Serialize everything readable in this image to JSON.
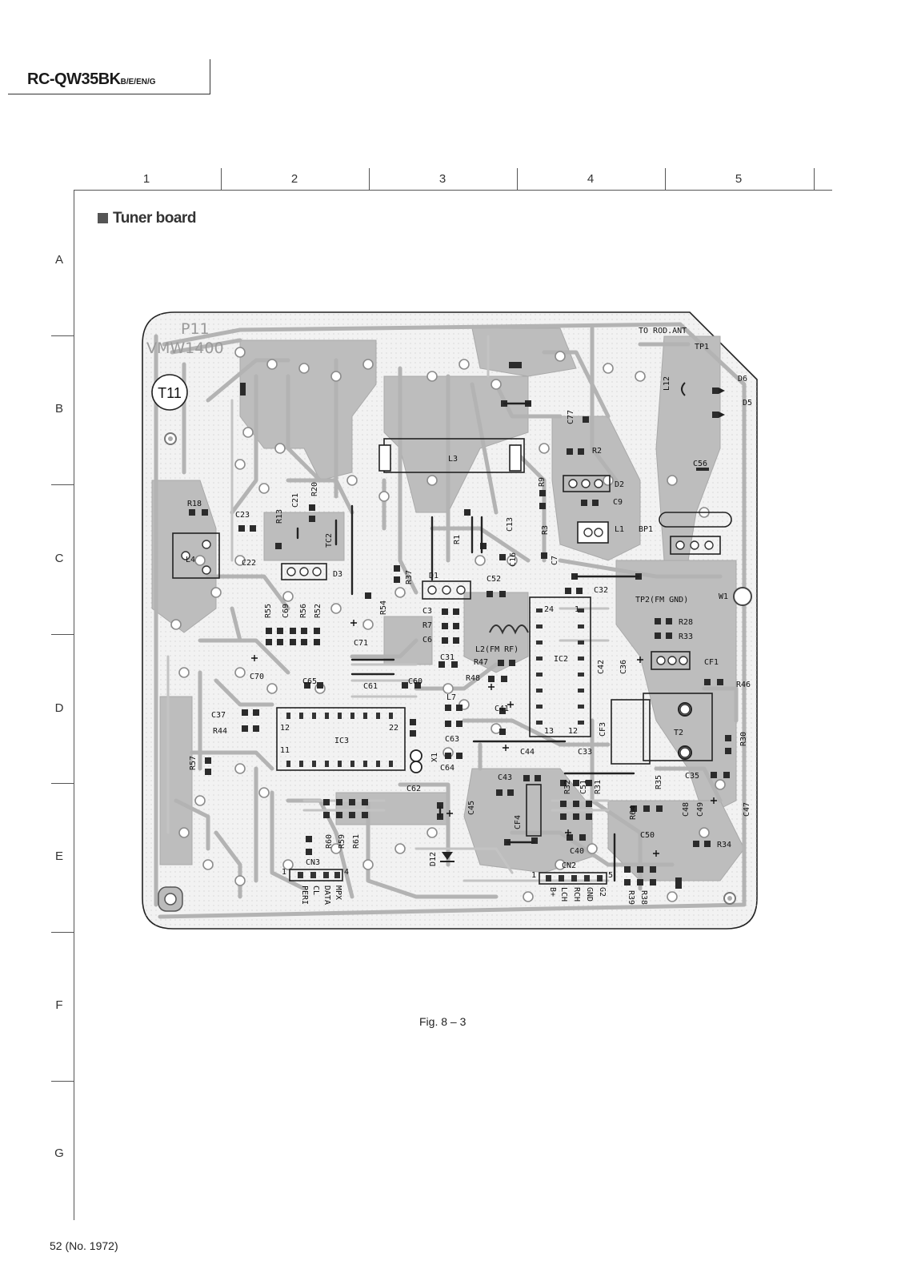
{
  "header": {
    "model": "RC-QW35BK",
    "variants": "B/E/EN/G"
  },
  "grid": {
    "columns": [
      "1",
      "2",
      "3",
      "4",
      "5"
    ],
    "rows": [
      "A",
      "B",
      "C",
      "D",
      "E",
      "F",
      "G"
    ]
  },
  "section_title": "Tuner board",
  "board": {
    "pcb_code": "P11",
    "pcb_part": "VMW1400",
    "board_id": "T11",
    "labels": {
      "to_rod_ant": "TO ROD.ANT",
      "tp1": "TP1",
      "tp2": "TP2(FM GND)",
      "w1": "W1",
      "l2": "L2(FM RF)",
      "bp1": "BP1",
      "d5": "D5",
      "d6": "D6",
      "l12": "L12",
      "c56": "C56",
      "c77": "C77",
      "r2": "R2",
      "d2": "D2",
      "c9": "C9",
      "r9": "R9",
      "l1": "L1",
      "l3": "L3",
      "r3": "R3",
      "c13": "C13",
      "r1": "R1",
      "c16": "C16",
      "c7": "C7",
      "c32": "C32",
      "r18": "R18",
      "c23": "C23",
      "r13": "R13",
      "c21": "C21",
      "r20": "R20",
      "tc2": "TC2",
      "l4": "L4",
      "c22": "C22",
      "d3": "D3",
      "r37": "R37",
      "d1": "D1",
      "c52": "C52",
      "r54": "R54",
      "r55": "R55",
      "c69": "C69",
      "r56": "R56",
      "r52": "R52",
      "c71": "C71",
      "c3": "C3",
      "r7": "R7",
      "c6": "C6",
      "r28": "R28",
      "r33": "R33",
      "cf1": "CF1",
      "c42": "C42",
      "c36": "C36",
      "ic2": "IC2",
      "pin24": "24",
      "pin1": "1",
      "pin13": "13",
      "pin12": "12",
      "r46": "R46",
      "c70": "C70",
      "c31": "C31",
      "r47": "R47",
      "r48": "R48",
      "c65": "C65",
      "c61": "C61",
      "c60": "C60",
      "c37": "C37",
      "r44": "R44",
      "ic3": "IC3",
      "pin12b": "12",
      "pin22": "22",
      "pin11": "11",
      "l7": "L7",
      "c41": "C41",
      "c63": "C63",
      "x1": "X1",
      "c44": "C44",
      "c33": "C33",
      "cf3": "CF3",
      "t2": "T2",
      "r30": "R30",
      "r57": "R57",
      "c62": "C62",
      "c64": "C64",
      "c43": "C43",
      "r32": "R32",
      "c51": "C51",
      "r31": "R31",
      "r35": "R35",
      "c35": "C35",
      "c45": "C45",
      "cf4": "CF4",
      "r64": "R64",
      "c48": "C48",
      "c49": "C49",
      "c47": "C47",
      "r60": "R60",
      "r59": "R59",
      "r61": "R61",
      "c40": "C40",
      "c50": "C50",
      "r34": "R34",
      "cn3": "CN3",
      "cn2": "CN2",
      "d12": "D12",
      "cn3_pins": [
        "PERI",
        "CL",
        "DATA",
        "MPX"
      ],
      "cn2_pins": [
        "B+",
        "LCH",
        "RCH",
        "GND",
        "G2"
      ],
      "r39": "R39",
      "r38": "R38",
      "cn3_p1": "1",
      "cn3_p4": "4",
      "cn2_p1": "1",
      "cn2_p5": "5"
    }
  },
  "figure_caption": "Fig. 8 – 3",
  "footer": {
    "page": "52 (No. 1972)"
  }
}
